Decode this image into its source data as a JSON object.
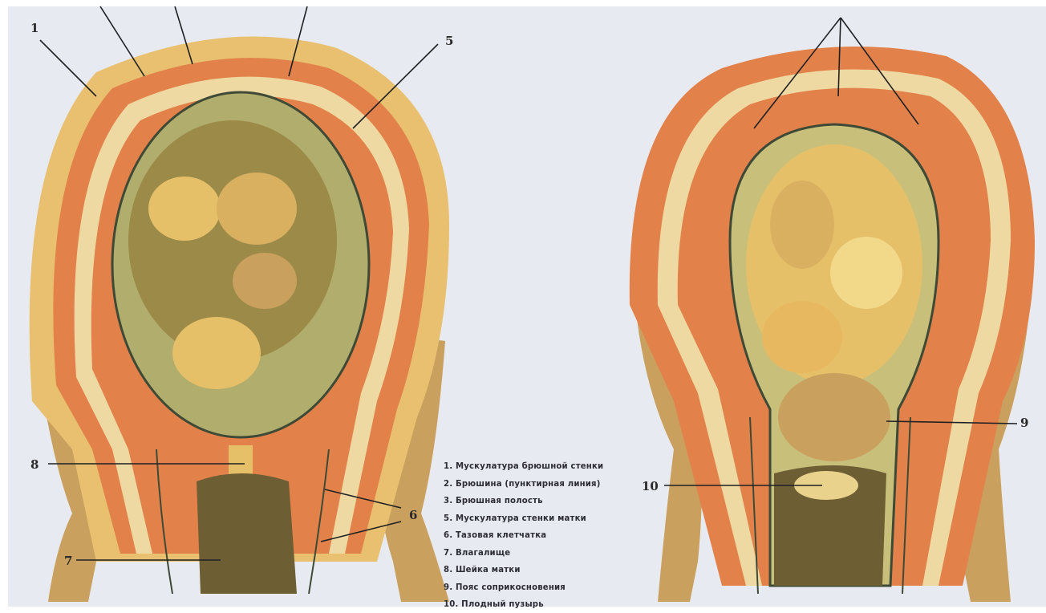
{
  "numbers": {
    "n1": "1",
    "n5": "5",
    "n6": "6",
    "n7": "7",
    "n8": "8",
    "n9": "9",
    "n10": "10"
  },
  "legend": [
    "1. Мускулатура брюшной стенки",
    "2. Брюшина (пунктирная линия)",
    "3. Брюшная полость",
    "5. Мускулатура стенки матки",
    "6. Тазовая клетчатка",
    "7. Влагалище",
    "8. Шейка матки",
    "9. Пояс соприкосновения",
    "10. Плодный пузырь"
  ],
  "colors": {
    "background": "#e8eaf1",
    "muscle": "#e2824a",
    "skin": "#e8c070",
    "bone": "#c9a05e",
    "fetus": "#9c8a48",
    "outline": "#3e4a36"
  }
}
